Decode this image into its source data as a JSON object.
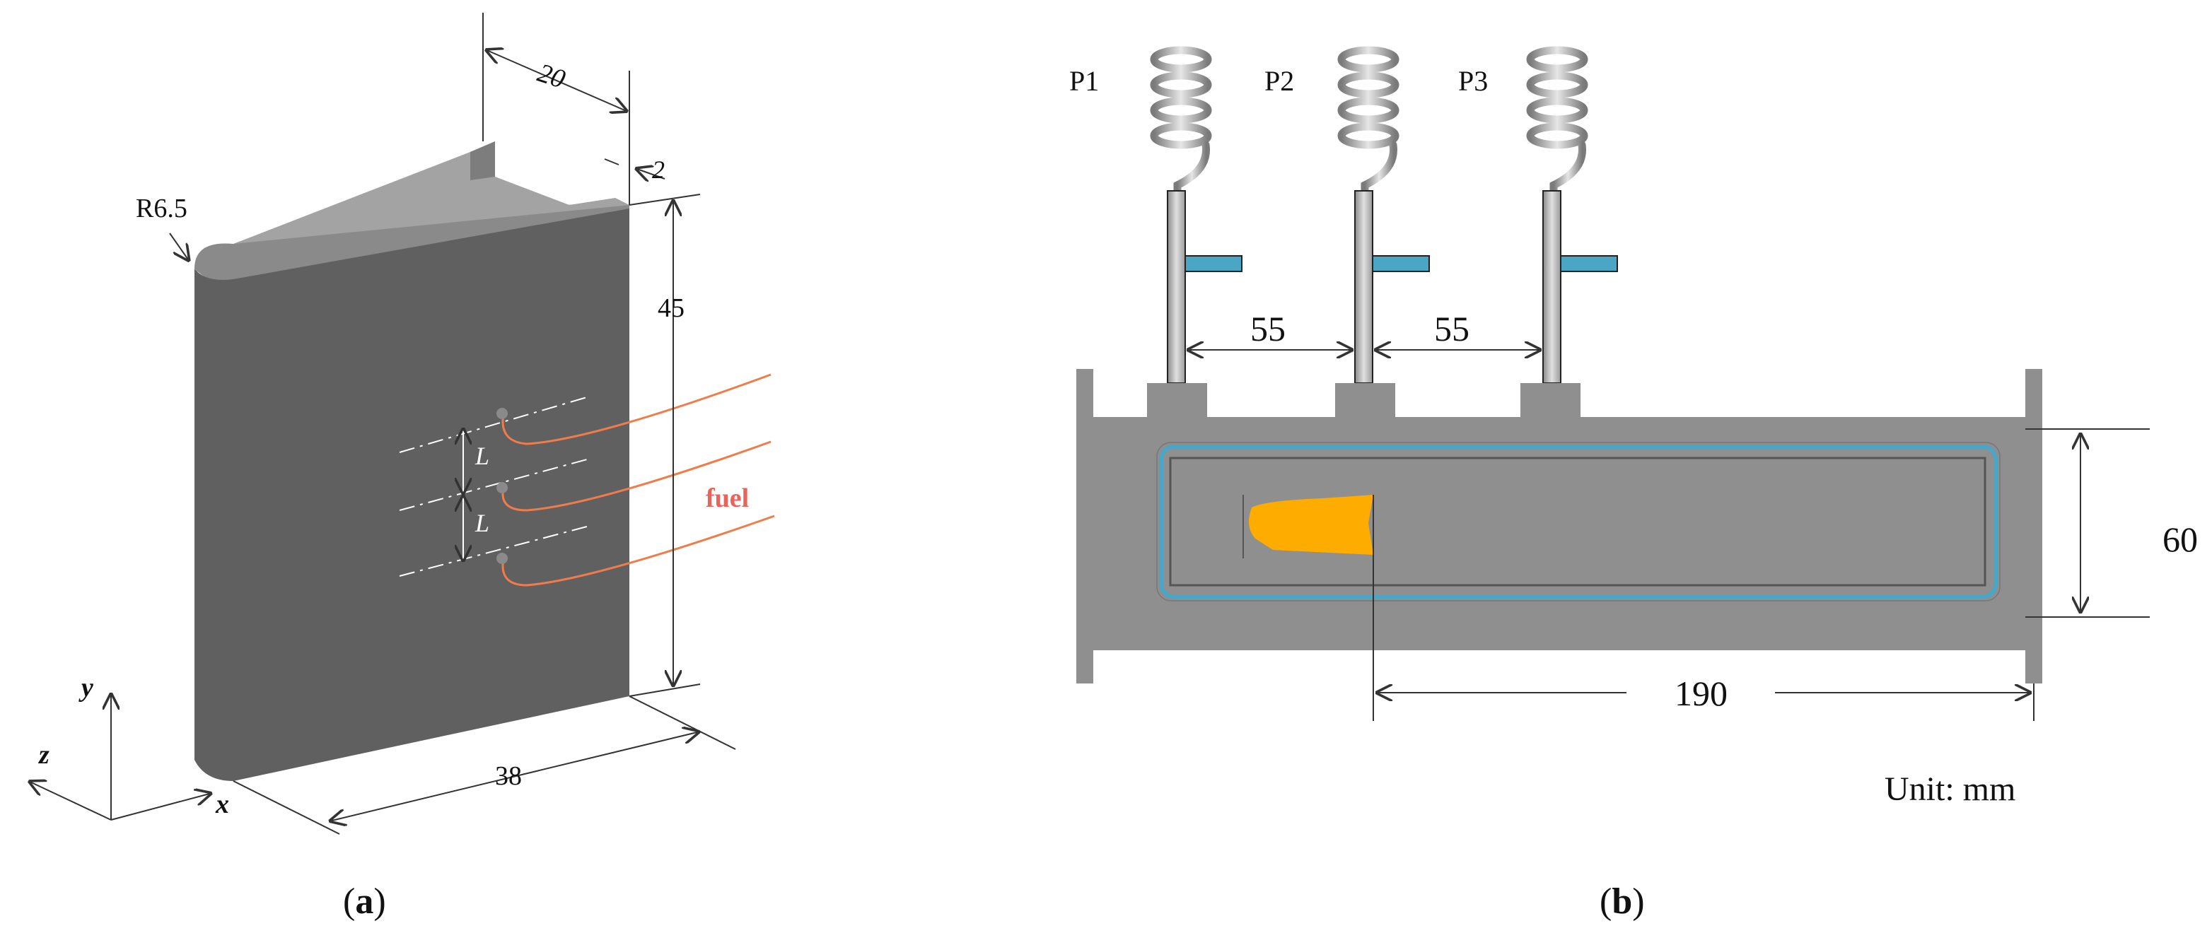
{
  "colors": {
    "body_dark": "#606060",
    "body_top": "#a3a3a3",
    "body_grey": "#8f8f8f",
    "fuel": "#f07c4c",
    "fuel_label": "#e8645a",
    "injector": "#4aa6c4",
    "flame": "#ffac00",
    "spring": "#9a9a9a",
    "line": "#333333"
  },
  "panel_a": {
    "label_open": "(",
    "label_letter": "a",
    "label_close": ")",
    "dim_top_width": "20",
    "dim_wall": "2",
    "dim_height": "45",
    "dim_depth": "38",
    "radius": "R6.5",
    "spacing": "L",
    "fuel": "fuel",
    "axis_x": "x",
    "axis_y": "y",
    "axis_z": "z"
  },
  "panel_b": {
    "label_open": "(",
    "label_letter": "b",
    "label_close": ")",
    "probes": [
      "P1",
      "P2",
      "P3"
    ],
    "spacing_1": "55",
    "spacing_2": "55",
    "channel_height": "60",
    "length": "190",
    "unit": "Unit: mm"
  }
}
